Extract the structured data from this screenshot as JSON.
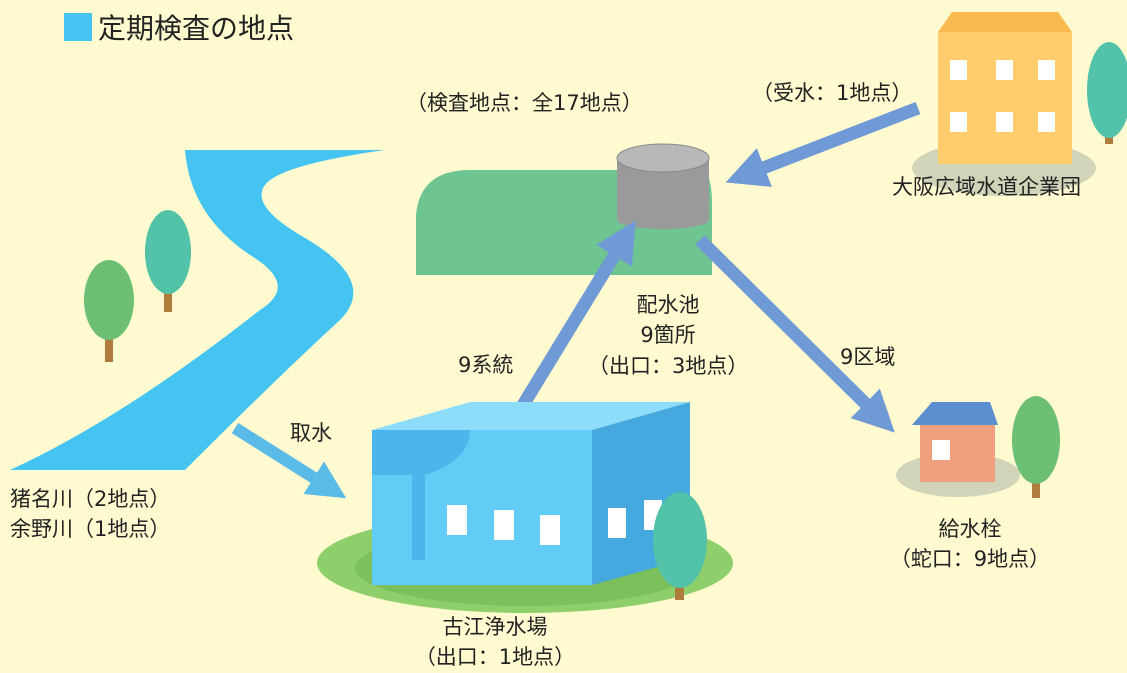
{
  "title": "定期検査の地点",
  "colors": {
    "background": "#fffad0",
    "accent": "#45c4f2",
    "river": "#45c4f2",
    "arrow": "#6f9ad6",
    "hill": "#6ec592",
    "tank": "#9a9a9a",
    "plant_building": "#61cdf6",
    "grass": "#8fcf6b",
    "building": "#ffcc6e",
    "house_wall": "#f0a07e",
    "house_roof": "#5b8fcf",
    "tree_dark": "#6cbf74",
    "tree_teal": "#52c2a8",
    "trunk": "#b07c3c"
  },
  "labels": {
    "inspection_total": "（検査地点：全17地点）",
    "receive": "（受水：1地点）",
    "supplier": "大阪広域水道企業団",
    "reservoir": [
      "配水池",
      "9箇所",
      "（出口：3地点）"
    ],
    "systems": "9系統",
    "zones": "9区域",
    "intake": "取水",
    "rivers": [
      "猪名川（2地点）",
      "余野川（1地点）"
    ],
    "plant": [
      "古江浄水場",
      "（出口：1地点）"
    ],
    "hydrant": [
      "給水栓",
      "（蛇口：9地点）"
    ]
  }
}
